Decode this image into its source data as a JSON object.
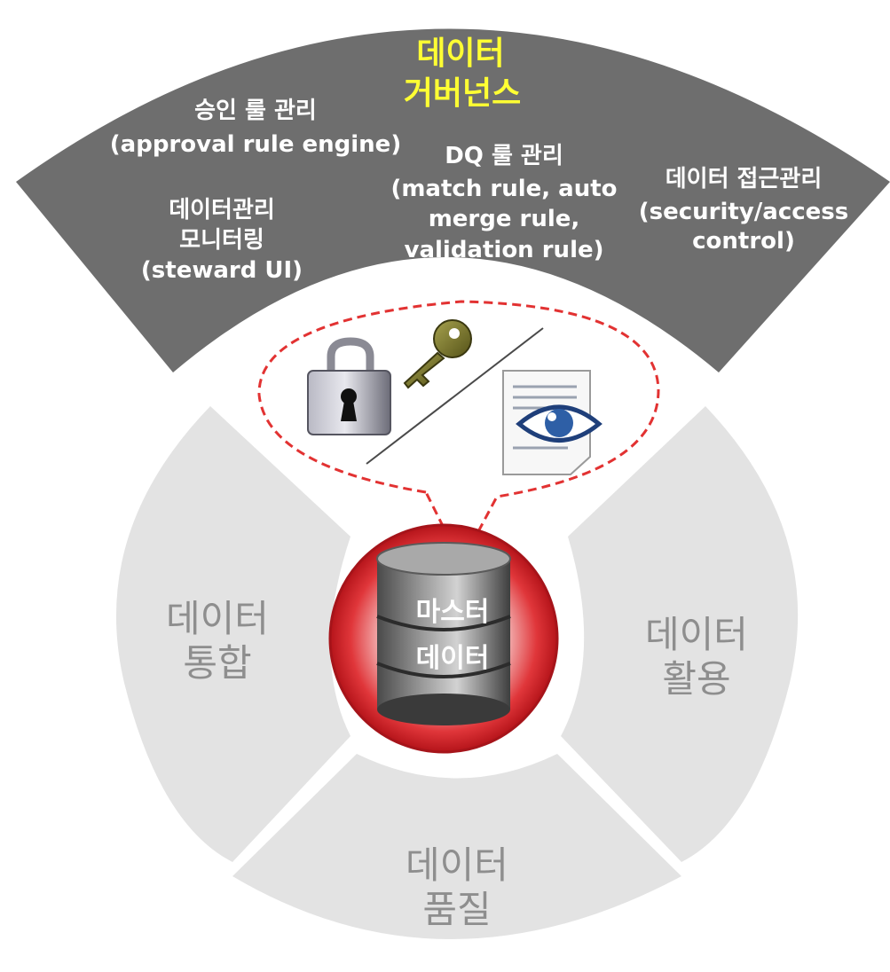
{
  "governance": {
    "title_line1": "데이터",
    "title_line2": "거버넌스",
    "approval": {
      "line1": "승인 룰 관리",
      "line2": "(approval rule engine)"
    },
    "monitoring": {
      "line1": "데이터관리",
      "line2": "모니터링",
      "line3": "(steward UI)"
    },
    "dq": {
      "line1": "DQ 룰 관리",
      "line2": "(match rule, auto",
      "line3": "merge rule,",
      "line4": "validation rule)"
    },
    "access": {
      "line1": "데이터 접근관리",
      "line2": "(security/access",
      "line3": "control)"
    }
  },
  "segments": {
    "integration": {
      "line1": "데이터",
      "line2": "통합"
    },
    "utilization": {
      "line1": "데이터",
      "line2": "활용"
    },
    "quality": {
      "line1": "데이터",
      "line2": "품질"
    }
  },
  "core": {
    "line1": "마스터",
    "line2": "데이터"
  },
  "icons": [
    "padlock-icon",
    "key-icon",
    "document-eye-icon",
    "database-icon"
  ],
  "colors": {
    "governance_band": "#6e6e6e",
    "governance_title": "#ffff33",
    "segment_fill": "#e3e3e3",
    "segment_text": "#8e8e8e",
    "core_ring": "#d81e25",
    "callout_border": "#e23232"
  }
}
